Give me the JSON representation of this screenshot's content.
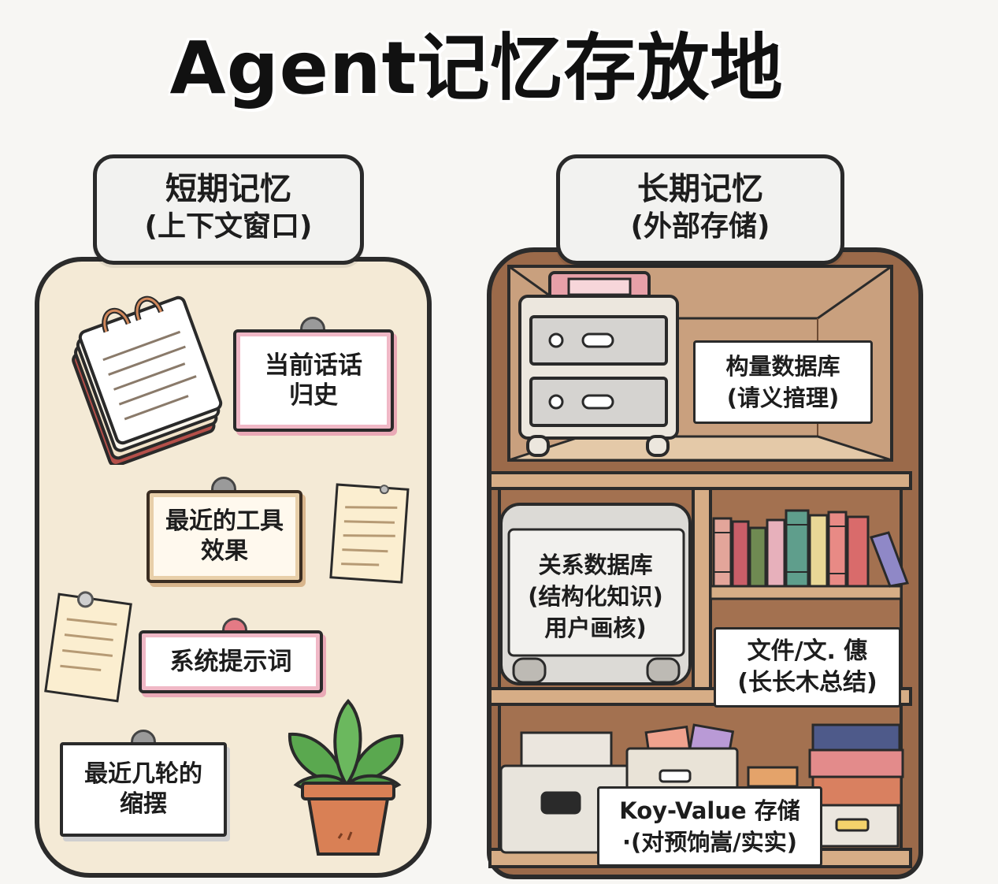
{
  "title": "Agent记忆存放地",
  "short_term": {
    "heading": "短期记忆",
    "subheading": "(上下文窗口)",
    "cards": {
      "current_dialog": [
        "当前话话",
        "归史"
      ],
      "recent_tools": [
        "最近的工具",
        "效果"
      ],
      "system_prompt": "系统提示词",
      "recent_rounds": [
        "最近几轮的",
        "缩摆"
      ]
    }
  },
  "long_term": {
    "heading": "长期记忆",
    "subheading": "(外部存储)",
    "labels": {
      "vector_db": [
        "构量数据库",
        "(请义揞理)"
      ],
      "relational_db": [
        "关系数据库",
        "(结构化知识)",
        "用户画核)"
      ],
      "files": [
        "文件/文. 僡",
        "(长长木总结)"
      ],
      "kv_store": [
        "Koy-Value 存储",
        "·(对预饷嵩/实实)"
      ]
    }
  },
  "colors": {
    "background": "#f7f6f3",
    "jar_fill": "#f4ead6",
    "cabinet_wood": "#9b6a4a",
    "pink_accent": "#f0b8c6",
    "plant_green": "#5aa84f",
    "pot_terracotta": "#d98055"
  }
}
